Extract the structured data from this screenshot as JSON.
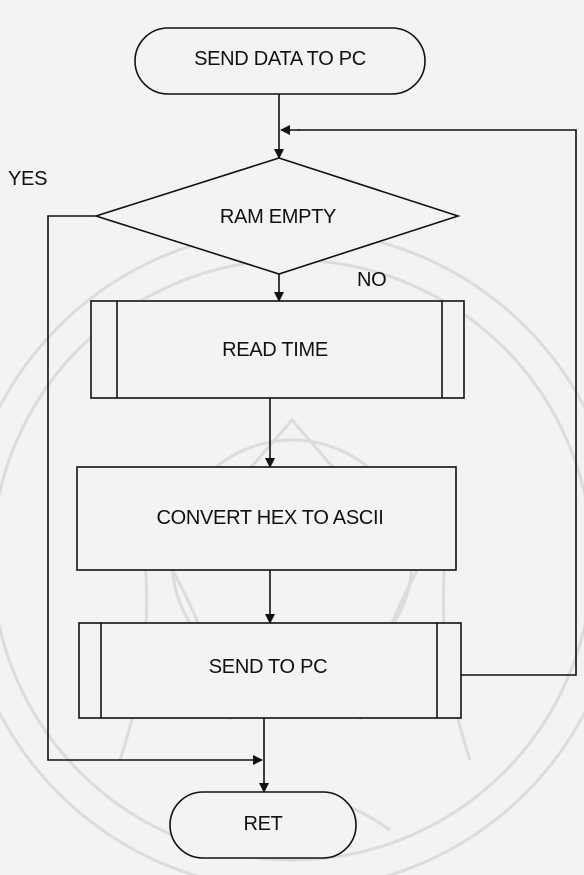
{
  "diagram": {
    "start": "SEND DATA TO PC",
    "decision": "RAM EMPTY",
    "yes_label": "YES",
    "no_label": "NO",
    "step_read_time": "READ TIME",
    "step_convert": "CONVERT HEX TO ASCII",
    "step_send": "SEND TO PC",
    "end": "RET"
  },
  "colors": {
    "background": "#f3f3f1",
    "line": "#111111",
    "watermark": "#dcdcda"
  }
}
